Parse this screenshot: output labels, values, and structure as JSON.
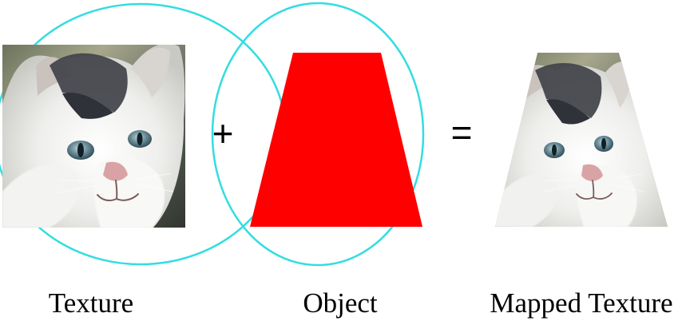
{
  "diagram": {
    "texture_label": "Texture",
    "object_label": "Object",
    "mapped_label": "Mapped Texture",
    "plus_operator": "+",
    "equals_operator": "=",
    "images": {
      "texture": "kitten-face-photo",
      "object": "red-trapezoid",
      "mapped": "kitten-face-warped-trapezoid"
    }
  },
  "colors": {
    "background": "#ffffff",
    "ellipse_stroke": "#33dde0",
    "object_fill": "#ff0000",
    "text": "#000000",
    "kitten_fur": "#f1f1ef",
    "kitten_dark_fur": "#4b4b52",
    "kitten_eye": "#6f8f99",
    "kitten_nose": "#d9a3a5"
  }
}
